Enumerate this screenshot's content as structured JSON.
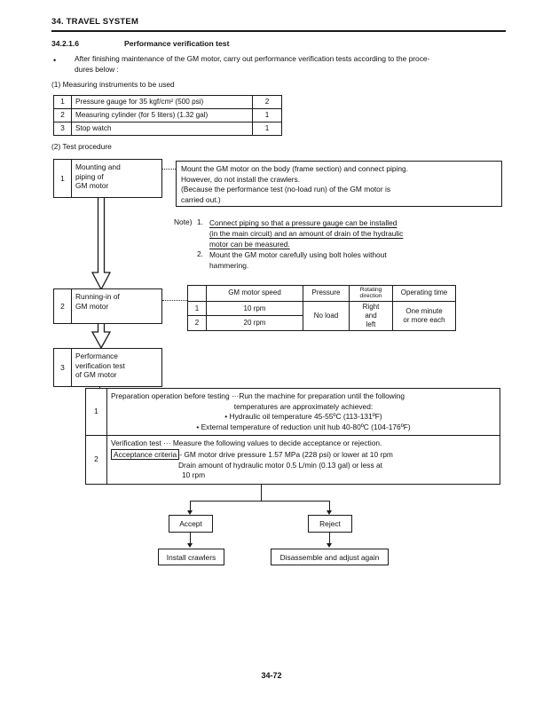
{
  "header": {
    "chapter": "34. TRAVEL SYSTEM"
  },
  "section": {
    "number": "34.2.1.6",
    "title": "Performance verification test"
  },
  "intro": {
    "bullet_line1": "After finishing maintenance of the GM motor, carry out performance verification tests according to the proce-",
    "bullet_line2": "dures below :",
    "label_1": "(1) Measuring instruments to be used",
    "label_2": "(2) Test procedure"
  },
  "instruments_table": {
    "rows": [
      {
        "no": "1",
        "name": "Pressure gauge for 35 kgf/cm² (500 psi)",
        "qty": "2"
      },
      {
        "no": "2",
        "name": "Measuring cylinder (for 5 liters) (1.32 gal)",
        "qty": "1"
      },
      {
        "no": "3",
        "name": "Stop watch",
        "qty": "1"
      }
    ]
  },
  "flow": {
    "step1": {
      "num": "1",
      "line1": "Mounting and",
      "line2": "piping of",
      "line3": "GM motor"
    },
    "step2": {
      "num": "2",
      "line1": "Running-in of",
      "line2": "GM motor"
    },
    "step3": {
      "num": "3",
      "line1": "Performance",
      "line2": "verification test",
      "line3": "of GM motor"
    }
  },
  "description_panel": {
    "line1": "Mount the GM motor on the body (frame section) and connect piping.",
    "line2": "However, do not install the crawlers.",
    "line3": "(Because the performance test (no-load run) of the GM motor is",
    "line4": "carried out.)"
  },
  "note": {
    "label": "Note)",
    "item1_no": "1.",
    "item1_line1": "Connect piping so that a pressure gauge can be installed",
    "item1_line2": "(in the main circuit) and an amount of drain of the hydraulic",
    "item1_line3": "motor can be measured.",
    "item2_no": "2.",
    "item2_line1": "Mount the GM motor carefully using bolt holes without",
    "item2_line2": "hammering."
  },
  "running_in_table": {
    "headers": {
      "no": "",
      "speed": "GM motor speed",
      "pressure": "Pressure",
      "rotating_l1": "Rotating",
      "rotating_l2": "direction",
      "time": "Operating time"
    },
    "rows": [
      {
        "no": "1",
        "speed": "10 rpm"
      },
      {
        "no": "2",
        "speed": "20 rpm"
      }
    ],
    "pressure_value": "No load",
    "rotating_l1": "Right",
    "rotating_l2": "and",
    "rotating_l3": "left",
    "time_l1": "One minute",
    "time_l2": "or more each"
  },
  "step3_table": {
    "row1": {
      "num": "1",
      "line1": "Preparation operation before testing ···Run the machine for preparation until the following",
      "line2": "temperatures are approximately achieved:",
      "line3": "• Hydraulic oil temperature  45-55ºC (113-131ºF)",
      "line4": "• External temperature of reduction unit hub 40-80ºC (104-176ºF)"
    },
    "row2": {
      "num": "2",
      "line1": "Verification test ··· Measure the following values to decide acceptance or rejection.",
      "criteria_label": "Acceptance criteria",
      "line2": "- GM motor drive pressure 1.57 MPa (228 psi) or lower at 10 rpm",
      "line3": "Drain amount of hydraulic motor 0.5 L/min (0.13 gal) or less at",
      "line4": "10 rpm"
    }
  },
  "outcomes": {
    "accept": "Accept",
    "reject": "Reject",
    "install_crawlers": "Install crawlers",
    "disassemble": "Disassemble and adjust again"
  },
  "footer": {
    "page": "34-72"
  }
}
